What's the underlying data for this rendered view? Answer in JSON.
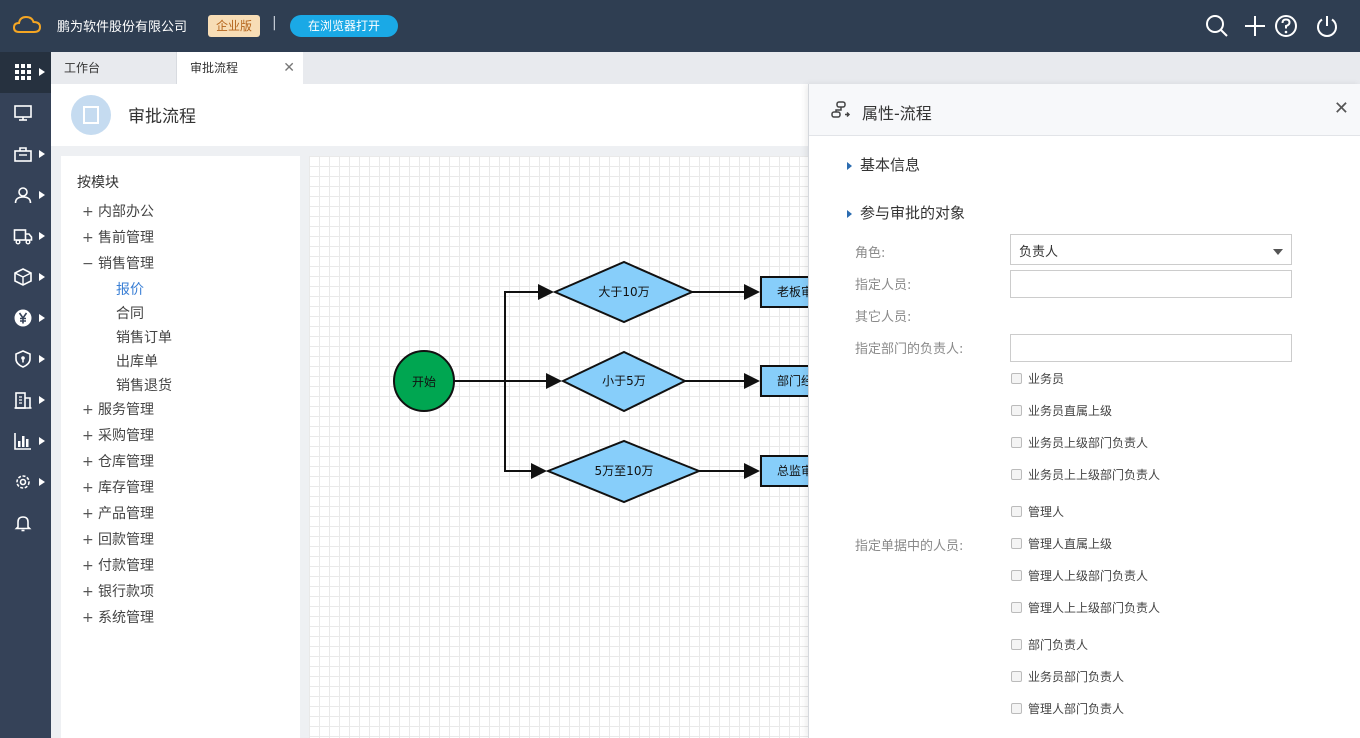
{
  "topbar": {
    "company": "鹏为软件股份有限公司",
    "edition": "企业版",
    "separator": "|",
    "open_browser": "在浏览器打开"
  },
  "tabs": [
    {
      "label": "工作台",
      "active": false
    },
    {
      "label": "审批流程",
      "active": true,
      "close": "✕"
    }
  ],
  "page": {
    "title": "审批流程"
  },
  "tree": {
    "title": "按模块",
    "modules": [
      {
        "sign": "+",
        "label": "内部办公"
      },
      {
        "sign": "+",
        "label": "售前管理"
      },
      {
        "sign": "−",
        "label": "销售管理"
      },
      {
        "sign": "+",
        "label": "服务管理"
      },
      {
        "sign": "+",
        "label": "采购管理"
      },
      {
        "sign": "+",
        "label": "仓库管理"
      },
      {
        "sign": "+",
        "label": "库存管理"
      },
      {
        "sign": "+",
        "label": "产品管理"
      },
      {
        "sign": "+",
        "label": "回款管理"
      },
      {
        "sign": "+",
        "label": "付款管理"
      },
      {
        "sign": "+",
        "label": "银行款项"
      },
      {
        "sign": "+",
        "label": "系统管理"
      }
    ],
    "sales_children": [
      "报价",
      "合同",
      "销售订单",
      "出库单",
      "销售退货"
    ],
    "selected": "报价"
  },
  "flow": {
    "start": "开始",
    "conditions": [
      "大于10万",
      "小于5万",
      "5万至10万"
    ],
    "approvers": [
      "老板审",
      "部门经",
      "总监审"
    ]
  },
  "props": {
    "title": "属性-流程",
    "close": "✕",
    "section_basic": "基本信息",
    "section_participants": "参与审批的对象",
    "role_label": "角色:",
    "role_value": "负责人",
    "designated_label": "指定人员:",
    "others_label": "其它人员:",
    "dept_head_label": "指定部门的负责人:",
    "doc_people_label": "指定单据中的人员:",
    "checkboxes": [
      "业务员",
      "业务员直属上级",
      "业务员上级部门负责人",
      "业务员上上级部门负责人",
      "管理人",
      "管理人直属上级",
      "管理人上级部门负责人",
      "管理人上上级部门负责人",
      "部门负责人",
      "业务员部门负责人",
      "管理人部门负责人"
    ]
  },
  "colors": {
    "topbar": "#2f3e52",
    "leftnav": "#354258",
    "accent": "#1aa9e6",
    "start_node": "#00a651",
    "flow_node": "#87cefa"
  }
}
